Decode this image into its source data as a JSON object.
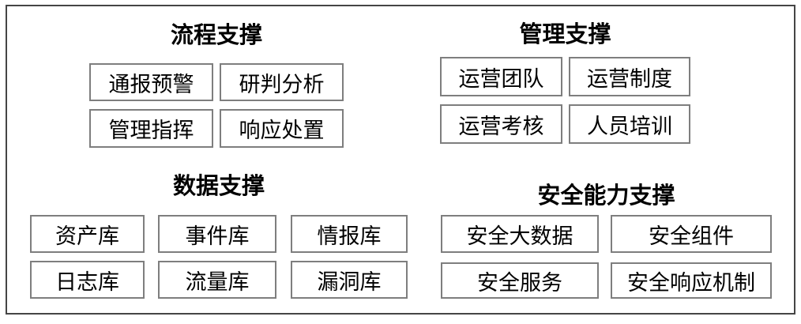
{
  "colors": {
    "frame_border": "#454545",
    "box_border": "#7e7e7e",
    "text": "#000000",
    "background": "#ffffff"
  },
  "sections": [
    {
      "id": "process-support",
      "title": "流程支撑",
      "items": [
        "通报预警",
        "研判分析",
        "管理指挥",
        "响应处置"
      ]
    },
    {
      "id": "management-support",
      "title": "管理支撑",
      "items": [
        "运营团队",
        "运营制度",
        "运营考核",
        "人员培训"
      ]
    },
    {
      "id": "data-support",
      "title": "数据支撑",
      "items": [
        "资产库",
        "事件库",
        "情报库",
        "日志库",
        "流量库",
        "漏洞库"
      ]
    },
    {
      "id": "security-capability-support",
      "title": "安全能力支撑",
      "items": [
        "安全大数据",
        "安全组件",
        "安全服务",
        "安全响应机制"
      ]
    }
  ]
}
